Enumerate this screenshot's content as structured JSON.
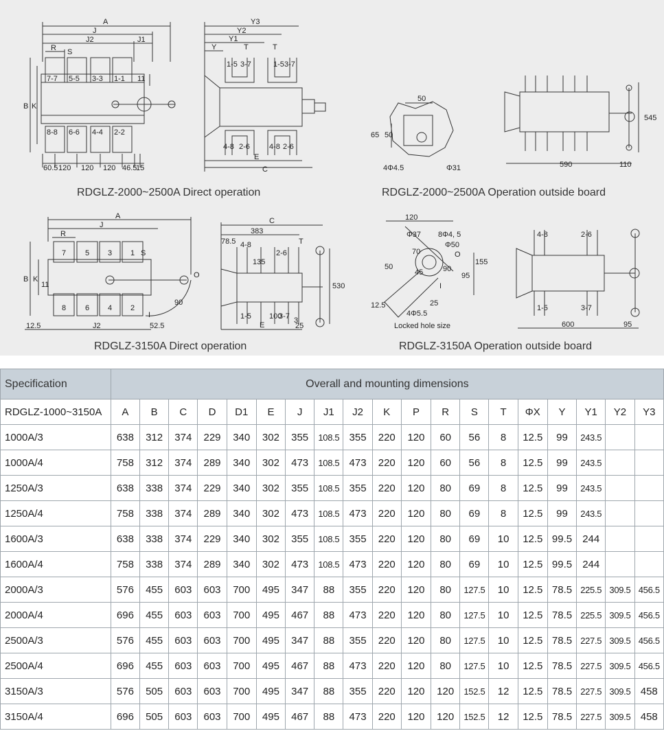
{
  "drawings": [
    {
      "caption": "RDGLZ-2000~2500A Direct operation",
      "labels": [
        "A",
        "J",
        "J2",
        "J1",
        "R",
        "S",
        "B",
        "K",
        "11",
        "7-7",
        "5-5",
        "3-3",
        "1-1",
        "8-8",
        "6-6",
        "4-4",
        "2-2",
        "60.5",
        "120",
        "120",
        "120",
        "46.5",
        "15"
      ]
    },
    {
      "caption": "",
      "labels": [
        "Y3",
        "Y2",
        "Y1",
        "Y",
        "T",
        "T",
        "1-5",
        "3-7",
        "1-5",
        "3-7",
        "4-8",
        "2-6",
        "4-8",
        "2-6",
        "E",
        "C"
      ]
    },
    {
      "caption": "RDGLZ-2000~2500A Operation outside board",
      "labels": [
        "50",
        "65",
        "50",
        "4Φ4.5",
        "Φ31",
        "590",
        "110",
        "545"
      ]
    },
    {
      "caption": "RDGLZ-3150A Direct operation",
      "labels": [
        "A",
        "J",
        "R",
        "S",
        "B",
        "K",
        "11",
        "7",
        "5",
        "3",
        "1",
        "8",
        "6",
        "4",
        "2",
        "O",
        "90",
        "I",
        "52.5",
        "12.5",
        "J2"
      ]
    },
    {
      "caption": "",
      "labels": [
        "C",
        "383",
        "78.5",
        "4-8",
        "T",
        "135",
        "2-6",
        "1-5",
        "100",
        "3-7",
        "3",
        "25",
        "E",
        "530"
      ]
    },
    {
      "caption": "RDGLZ-3150A Operation outside board",
      "labels": [
        "120",
        "Φ37",
        "8Φ4, 5",
        "Φ50",
        "70",
        "O",
        "45",
        "50",
        "90",
        "155",
        "95",
        "I",
        "4Φ5.5",
        "25",
        "12.5",
        "Locked hole size",
        "4-8",
        "2-6",
        "1-5",
        "3-7",
        "600",
        "95"
      ]
    }
  ],
  "table": {
    "spec_header": "Specification",
    "group_header": "Overall and mounting dimensions",
    "model_label": "RDGLZ-1000~3150A",
    "columns": [
      "A",
      "B",
      "C",
      "D",
      "D1",
      "E",
      "J",
      "J1",
      "J2",
      "K",
      "P",
      "R",
      "S",
      "T",
      "ΦX",
      "Y",
      "Y1",
      "Y2",
      "Y3"
    ],
    "rows": [
      {
        "spec": "1000A/3",
        "values": [
          "638",
          "312",
          "374",
          "229",
          "340",
          "302",
          "355",
          "108.5",
          "355",
          "220",
          "120",
          "60",
          "56",
          "8",
          "12.5",
          "99",
          "243.5",
          "",
          ""
        ]
      },
      {
        "spec": "1000A/4",
        "values": [
          "758",
          "312",
          "374",
          "289",
          "340",
          "302",
          "473",
          "108.5",
          "473",
          "220",
          "120",
          "60",
          "56",
          "8",
          "12.5",
          "99",
          "243.5",
          "",
          ""
        ]
      },
      {
        "spec": "1250A/3",
        "values": [
          "638",
          "338",
          "374",
          "229",
          "340",
          "302",
          "355",
          "108.5",
          "355",
          "220",
          "120",
          "80",
          "69",
          "8",
          "12.5",
          "99",
          "243.5",
          "",
          ""
        ]
      },
      {
        "spec": "1250A/4",
        "values": [
          "758",
          "338",
          "374",
          "289",
          "340",
          "302",
          "473",
          "108.5",
          "473",
          "220",
          "120",
          "80",
          "69",
          "8",
          "12.5",
          "99",
          "243.5",
          "",
          ""
        ]
      },
      {
        "spec": "1600A/3",
        "values": [
          "638",
          "338",
          "374",
          "229",
          "340",
          "302",
          "355",
          "108.5",
          "355",
          "220",
          "120",
          "80",
          "69",
          "10",
          "12.5",
          "99.5",
          "244",
          "",
          ""
        ]
      },
      {
        "spec": "1600A/4",
        "values": [
          "758",
          "338",
          "374",
          "289",
          "340",
          "302",
          "473",
          "108.5",
          "473",
          "220",
          "120",
          "80",
          "69",
          "10",
          "12.5",
          "99.5",
          "244",
          "",
          ""
        ]
      },
      {
        "spec": "2000A/3",
        "values": [
          "576",
          "455",
          "603",
          "603",
          "700",
          "495",
          "347",
          "88",
          "355",
          "220",
          "120",
          "80",
          "127.5",
          "10",
          "12.5",
          "78.5",
          "225.5",
          "309.5",
          "456.5"
        ]
      },
      {
        "spec": "2000A/4",
        "values": [
          "696",
          "455",
          "603",
          "603",
          "700",
          "495",
          "467",
          "88",
          "473",
          "220",
          "120",
          "80",
          "127.5",
          "10",
          "12.5",
          "78.5",
          "225.5",
          "309.5",
          "456.5"
        ]
      },
      {
        "spec": "2500A/3",
        "values": [
          "576",
          "455",
          "603",
          "603",
          "700",
          "495",
          "347",
          "88",
          "355",
          "220",
          "120",
          "80",
          "127.5",
          "10",
          "12.5",
          "78.5",
          "227.5",
          "309.5",
          "456.5"
        ]
      },
      {
        "spec": "2500A/4",
        "values": [
          "696",
          "455",
          "603",
          "603",
          "700",
          "495",
          "467",
          "88",
          "473",
          "220",
          "120",
          "80",
          "127.5",
          "10",
          "12.5",
          "78.5",
          "227.5",
          "309.5",
          "456.5"
        ]
      },
      {
        "spec": "3150A/3",
        "values": [
          "576",
          "505",
          "603",
          "603",
          "700",
          "495",
          "347",
          "88",
          "355",
          "220",
          "120",
          "120",
          "152.5",
          "12",
          "12.5",
          "78.5",
          "227.5",
          "309.5",
          "458"
        ]
      },
      {
        "spec": "3150A/4",
        "values": [
          "696",
          "505",
          "603",
          "603",
          "700",
          "495",
          "467",
          "88",
          "473",
          "220",
          "120",
          "120",
          "152.5",
          "12",
          "12.5",
          "78.5",
          "227.5",
          "309.5",
          "458"
        ]
      }
    ]
  }
}
